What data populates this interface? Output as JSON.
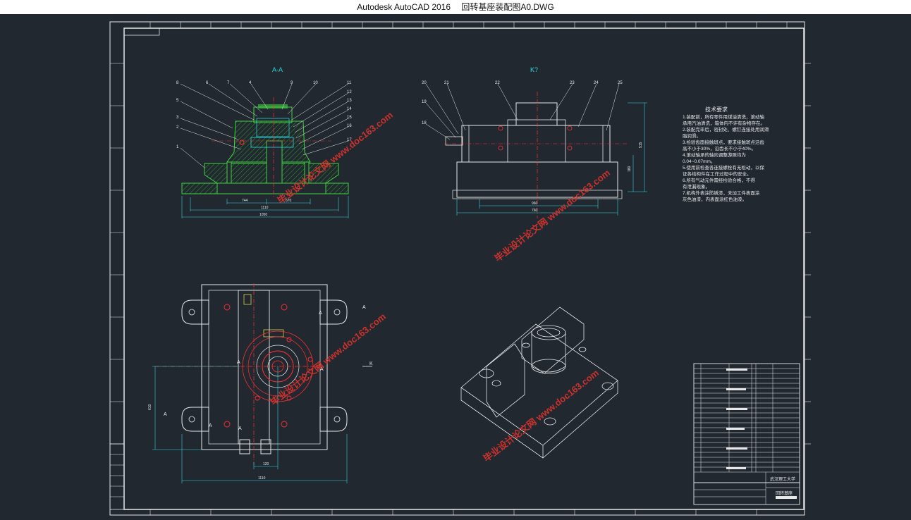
{
  "window": {
    "app_name": "Autodesk AutoCAD 2016",
    "file_name": "回转基座装配图A0.DWG"
  },
  "drawing": {
    "section_label": "A-A",
    "view_label": "K?",
    "tech_title": "技术要求",
    "tech_lines": [
      "1.装配前，所有零件用煤油清洗，滚动轴",
      "承用汽油清洗，箱体内不许有杂物存在。",
      "2.装配完毕后，密封处、螺钉连接处用润滑",
      "脂润滑。",
      "3.检验齿面接触斑点，要求接触斑点沿齿",
      "高不小于30%，沿齿长不小于40%。",
      "4.滚动轴承的轴向调整游隙均为",
      "0.04~0.07mm。",
      "5.使用前检查各连接螺栓有无松动，以保",
      "证各结构件在工作过程中的安全。",
      "6.所有气动元件需经检验合格，不得",
      "有泄漏现象。",
      "7.机构外表涂防锈漆，未加工件表面涂",
      "灰色油漆，内表面涂红色油漆。"
    ],
    "title_block": {
      "school": "武汉理工大学",
      "drawing_name": "回转基座"
    },
    "watermark": "毕业设计论文网 www.doc163.com",
    "section_markers": {
      "a": "A",
      "k": "K"
    },
    "part_numbers": [
      "8",
      "6",
      "7",
      "4",
      "9",
      "10",
      "11",
      "12",
      "13",
      "14",
      "15",
      "16",
      "17",
      "5",
      "3",
      "2",
      "1",
      "20",
      "21",
      "19",
      "18",
      "22",
      "23",
      "24",
      "25"
    ],
    "dim_a": "744",
    "dim_b": "670",
    "dim_c": "1110",
    "dim_d": "1050",
    "dim_e": "515",
    "dim_f": "180",
    "dim_g": "960",
    "dim_h": "760",
    "dim_i": "120",
    "dim_j": "610"
  },
  "colors": {
    "background": "#212830",
    "frame": "#e8e8e8",
    "green": "#3fd23f",
    "cyan": "#2fd8e0",
    "red": "#ff3030",
    "watermark": "#e0342c"
  }
}
